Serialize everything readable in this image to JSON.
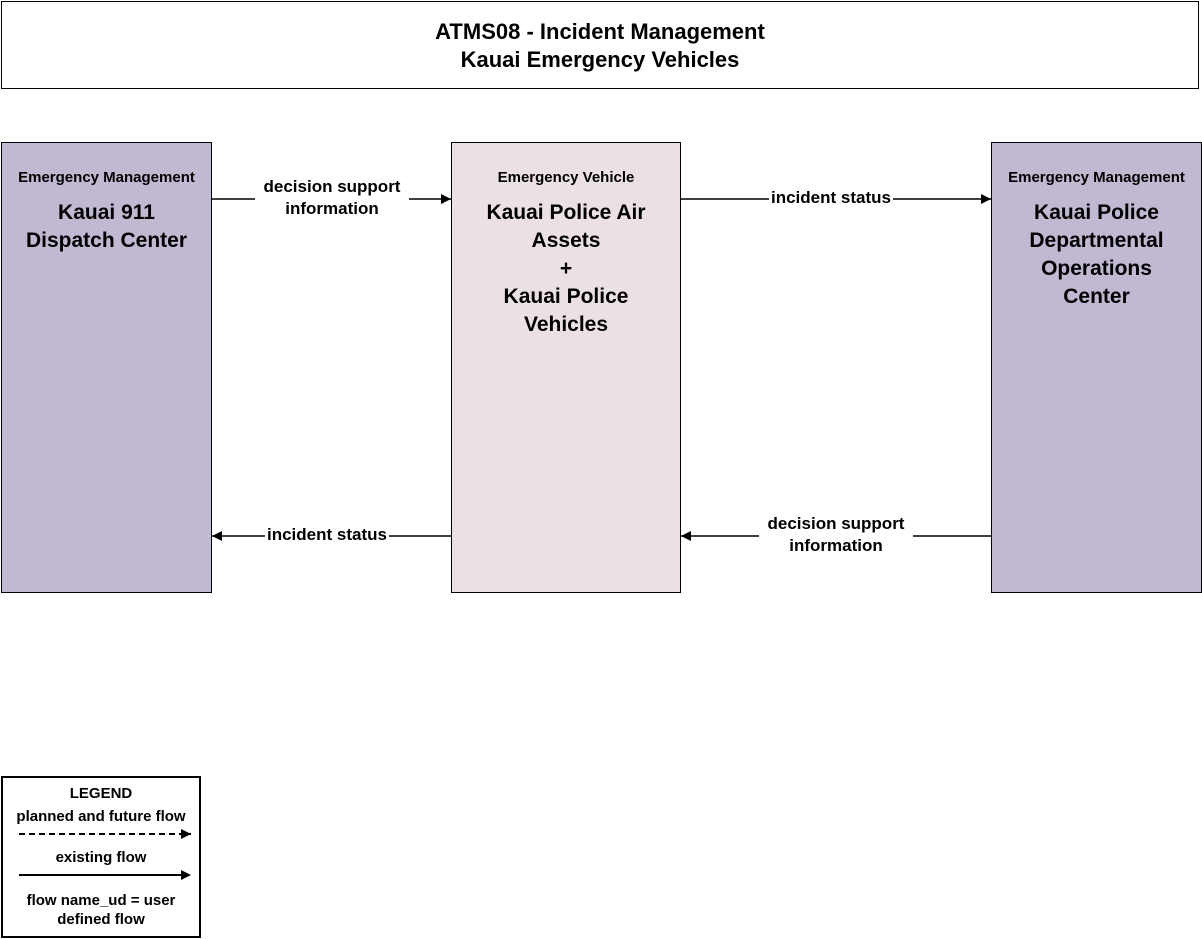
{
  "title": {
    "line1": "ATMS08 - Incident Management",
    "line2": "Kauai Emergency Vehicles"
  },
  "nodes": {
    "left": {
      "type": "Emergency Management",
      "name": "Kauai 911 Dispatch Center",
      "color": "#c1b8d1"
    },
    "center": {
      "type": "Emergency Vehicle",
      "name_lines": [
        "Kauai Police Air",
        "Assets",
        "+",
        "Kauai Police",
        "Vehicles"
      ],
      "color": "#eae0e6"
    },
    "right": {
      "type": "Emergency Management",
      "name_lines": [
        "Kauai Police",
        "Departmental",
        "Operations",
        "Center"
      ],
      "color": "#c1b8d1"
    }
  },
  "flows": {
    "top_left": {
      "line1": "decision support",
      "line2": "information"
    },
    "top_right": {
      "label": "incident status"
    },
    "bottom_left": {
      "label": "incident status"
    },
    "bottom_right": {
      "line1": "decision support",
      "line2": "information"
    }
  },
  "legend": {
    "title": "LEGEND",
    "planned": "planned and future flow",
    "existing": "existing flow",
    "ud_line1": "flow name_ud = user",
    "ud_line2": "defined flow"
  }
}
